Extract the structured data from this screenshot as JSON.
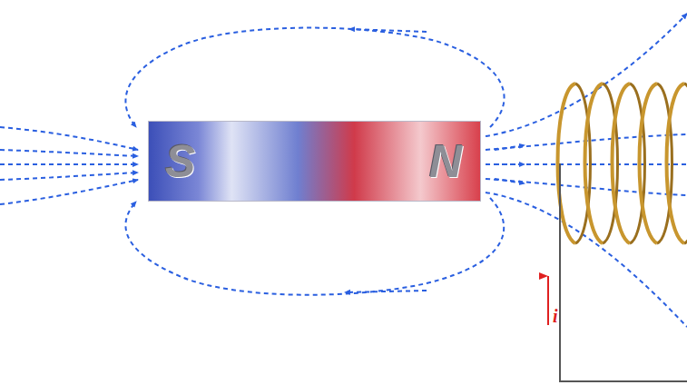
{
  "diagram": {
    "nodes": [
      {
        "text": [
          "S",
          "N"
        ]
      }
    ],
    "labels": [
      "i"
    ]
  }
}
